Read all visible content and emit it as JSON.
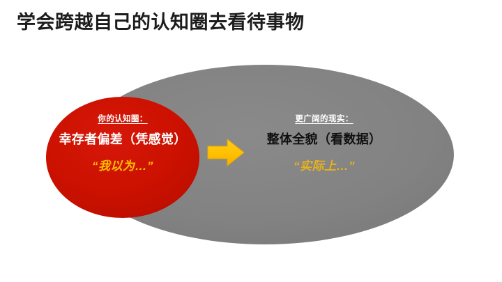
{
  "slide": {
    "title": "学会跨越自己的认知圈去看待事物",
    "background_color": "#ffffff",
    "title_color": "#1c1c1c"
  },
  "diagram": {
    "type": "venn-nested-ellipses",
    "outer": {
      "name": "broader-reality",
      "fill_color": "#808080",
      "caption": "更广阔的现实：",
      "headline": "整体全貌（看数据）",
      "quote": "“实际上…”",
      "caption_color": "#ffffff",
      "headline_color": "#101010",
      "quote_color": "#e8b219"
    },
    "inner": {
      "name": "your-cognitive-circle",
      "fill_color": "#cc1100",
      "caption": "你的认知圈：",
      "headline": "幸存者偏差（凭感觉）",
      "quote": "“我以为…”",
      "caption_color": "#ffffff",
      "headline_color": "#ffffff",
      "quote_color": "#ffc000"
    },
    "arrow": {
      "name": "transition-arrow",
      "direction": "right",
      "fill_color": "#ffc000",
      "stroke_color": "#d99b00",
      "from": "你的认知圈",
      "to": "更广阔的现实"
    }
  }
}
